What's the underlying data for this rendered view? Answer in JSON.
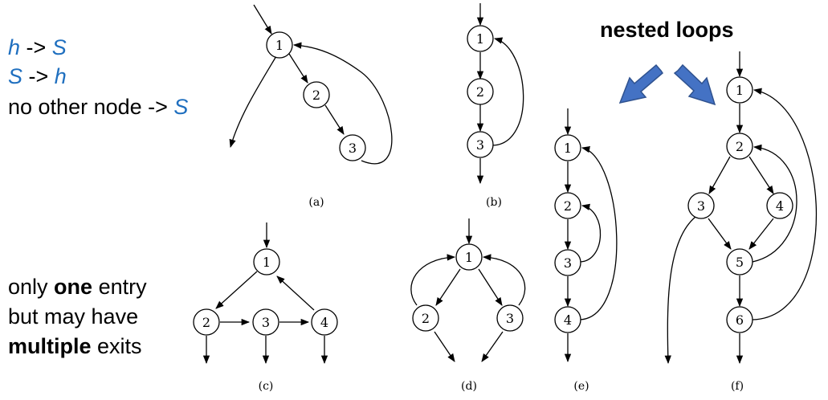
{
  "rules": {
    "line1": {
      "a": "h",
      "op": " -> ",
      "b": "S"
    },
    "line2": {
      "a": "S",
      "op": " -> ",
      "b": "h"
    },
    "line3": {
      "text": "no other node -> ",
      "b": "S"
    }
  },
  "entry_note": {
    "line1_pre": "only ",
    "line1_bold": "one",
    "line1_post": " entry",
    "line2": "but may have",
    "line3_bold": "multiple",
    "line3_post": " exits"
  },
  "title": "nested loops",
  "arrow_color": "#4472c4",
  "graphs": {
    "a": {
      "caption": "(a)",
      "nodes": [
        "1",
        "2",
        "3"
      ]
    },
    "b": {
      "caption": "(b)",
      "nodes": [
        "1",
        "2",
        "3"
      ]
    },
    "c": {
      "caption": "(c)",
      "nodes": [
        "1",
        "2",
        "3",
        "4"
      ]
    },
    "d": {
      "caption": "(d)",
      "nodes": [
        "1",
        "2",
        "3"
      ]
    },
    "e": {
      "caption": "(e)",
      "nodes": [
        "1",
        "2",
        "3",
        "4"
      ]
    },
    "f": {
      "caption": "(f)",
      "nodes": [
        "1",
        "2",
        "3",
        "4",
        "5",
        "6"
      ]
    }
  }
}
